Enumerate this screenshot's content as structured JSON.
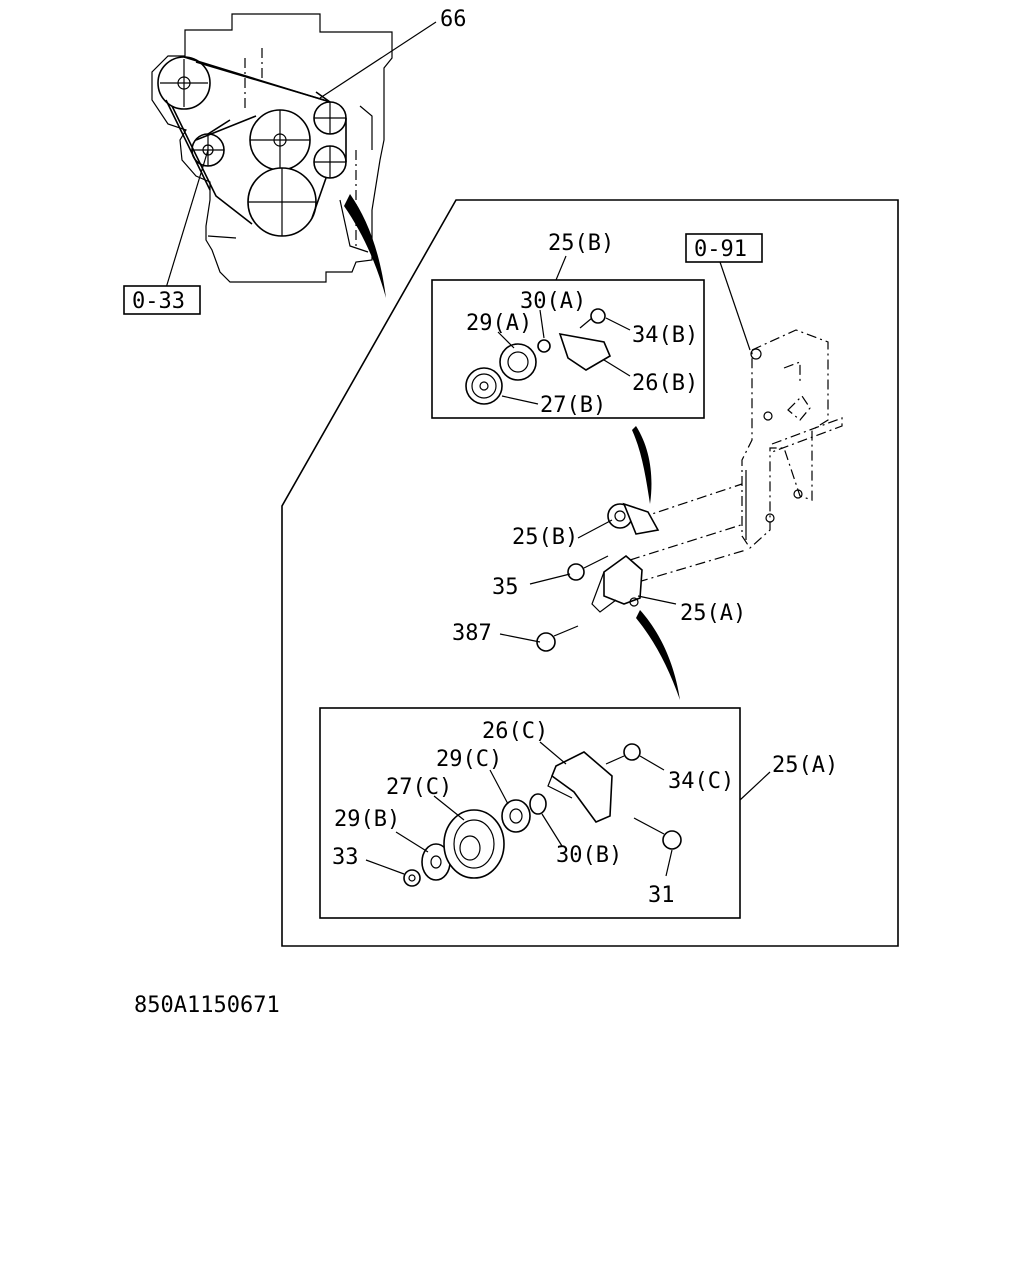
{
  "callouts": {
    "c66": "66",
    "c0_33": "0-33",
    "c0_91": "0-91",
    "c25B_top": "25(B)",
    "c30A": "30(A)",
    "c29A": "29(A)",
    "c34B": "34(B)",
    "c26B": "26(B)",
    "c27B": "27(B)",
    "c25B_mid": "25(B)",
    "c35": "35",
    "c25A_mid": "25(A)",
    "c387": "387",
    "c26C": "26(C)",
    "c29C": "29(C)",
    "c34C": "34(C)",
    "c27C": "27(C)",
    "c25A_right": "25(A)",
    "c29B": "29(B)",
    "c30B": "30(B)",
    "c33": "33",
    "c31": "31"
  },
  "drawing_code": "850A1150671"
}
